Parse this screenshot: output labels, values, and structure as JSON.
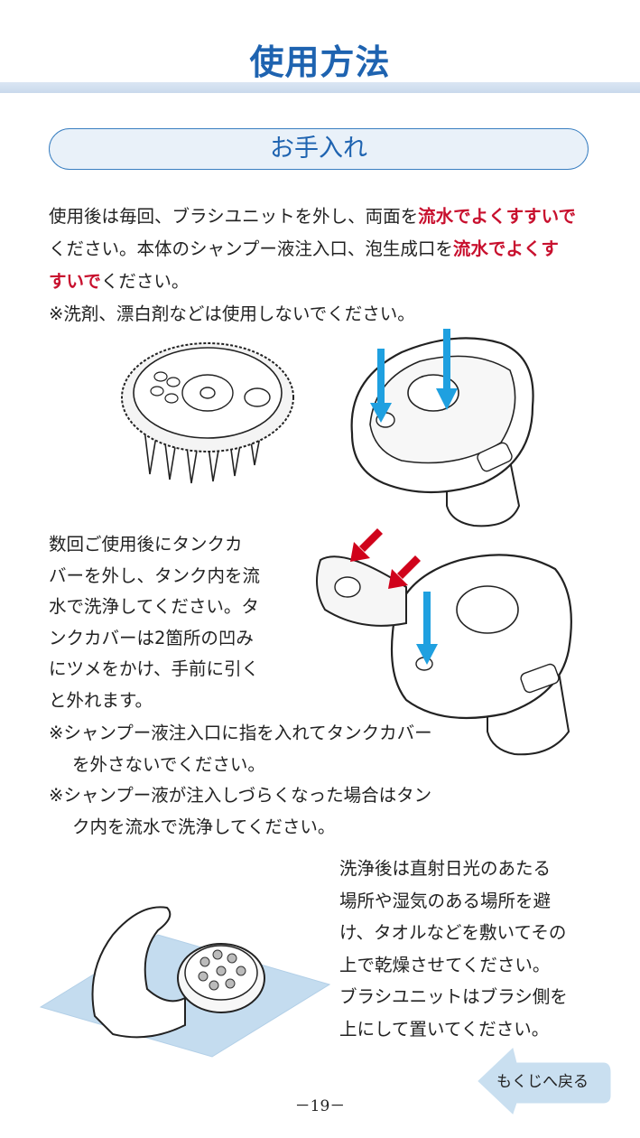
{
  "header": {
    "title": "使用方法"
  },
  "section": {
    "title": "お手入れ"
  },
  "intro": {
    "line1_a": "使用後は毎回、ブラシユニットを外し、両面を",
    "line1_em": "流水でよくすすいで",
    "line2_a": "ください。本体のシャンプー液注入口、泡生成口を",
    "line2_em": "流水でよくす",
    "line3_em": "すいで",
    "line3_b": "ください。",
    "line4": "※洗剤、漂白剤などは使用しないでください。"
  },
  "tank": {
    "lines": [
      "数回ご使用後にタンクカ",
      "バーを外し、タンク内を流",
      "水で洗浄してください。タ",
      "ンクカバーは2箇所の凹み",
      "にツメをかけ、手前に引く",
      "と外れます。"
    ],
    "note1": "※シャンプー液注入口に指を入れてタンクカバーを外さないでください。",
    "note2": "※シャンプー液が注入しづらくなった場合はタンク内を流水で洗浄してください。"
  },
  "drying": {
    "lines": [
      "洗浄後は直射日光のあたる",
      "場所や湿気のある場所を避",
      "け、タオルなどを敷いてその",
      "上で乾燥させてください。",
      "ブラシユニットはブラシ側を",
      "上にして置いてください。"
    ]
  },
  "nav": {
    "back_label": "もくじへ戻る"
  },
  "footer": {
    "page": "－19－"
  },
  "colors": {
    "accent_blue": "#1e63b0",
    "emphasis_red": "#c8102e",
    "arrow_blue": "#1fa0e0",
    "arrow_red": "#d0021b"
  }
}
